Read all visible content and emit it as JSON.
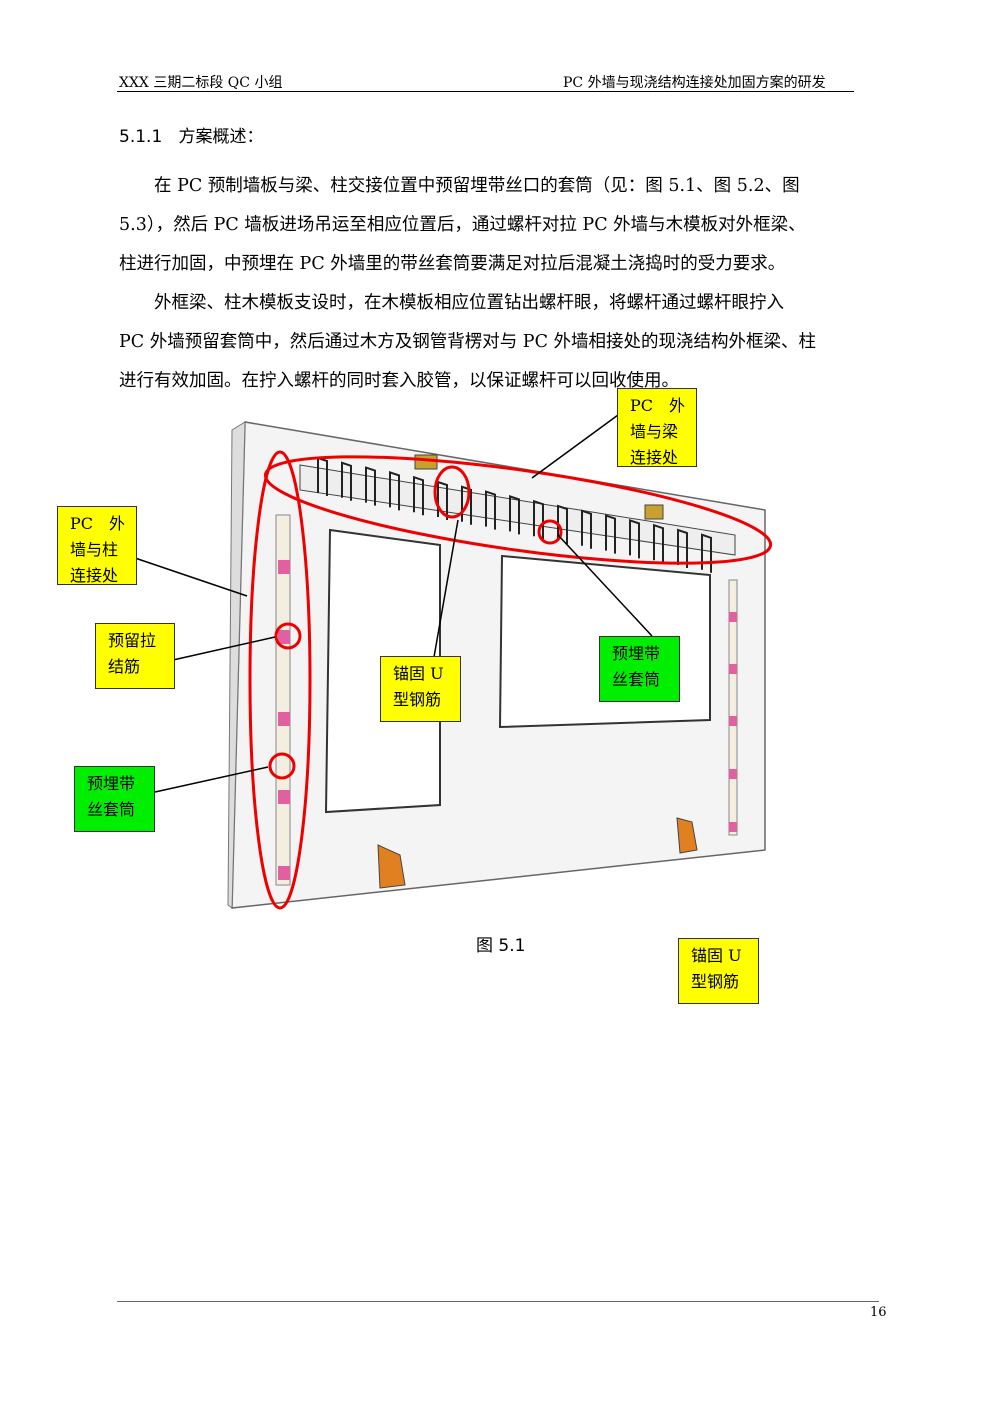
{
  "header": {
    "left": "XXX 三期二标段 QC 小组",
    "right": "PC 外墙与现浇结构连接处加固方案的研发"
  },
  "section": {
    "number": "5.1.1",
    "title": "方案概述："
  },
  "paragraphs": [
    [
      "　　在 PC 预制墙板与梁、柱交接位置中预留埋带丝口的套筒（见：图 5.1、图 5.2、图",
      "5.3），然后 PC 墙板进场吊运至相应位置后，通过螺杆对拉 PC 外墙与木模板对外框梁、",
      "柱进行加固，中预埋在 PC 外墙里的带丝套筒要满足对拉后混凝土浇捣时的受力要求。"
    ],
    [
      "　　外框梁、柱木模板支设时，在木模板相应位置钻出螺杆眼，将螺杆通过螺杆眼拧入",
      "PC 外墙预留套筒中，然后通过木方及钢管背楞对与 PC 外墙相接处的现浇结构外框梁、柱",
      "进行有效加固。在拧入螺杆的同时套入胶管，以保证螺杆可以回收使用。"
    ]
  ],
  "callouts": {
    "beam": "PC　外墙与梁连接处",
    "column": "PC　外墙与柱连接处",
    "tie_bar": "预留拉结筋",
    "sleeve_left": "预埋带丝套筒",
    "u_bar_mid": "锚固 U 型钢筋",
    "sleeve_right": "预埋带丝套筒",
    "u_bar_bottom": "锚固 U 型钢筋"
  },
  "figure": {
    "caption": "图 5.1"
  },
  "footer": {
    "page": "16"
  }
}
